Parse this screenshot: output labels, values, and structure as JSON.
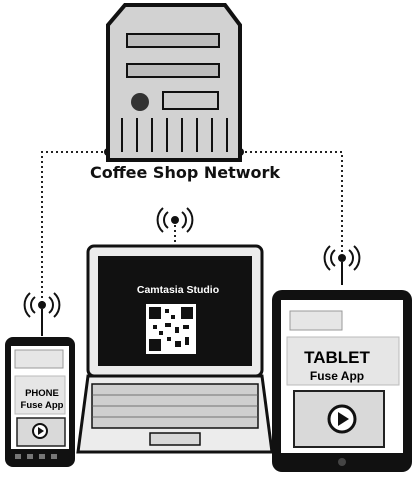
{
  "network": {
    "label": "Coffee Shop Network"
  },
  "laptop": {
    "app_label": "Camtasia Studio"
  },
  "tablet": {
    "device_label": "TABLET",
    "app_label": "Fuse App"
  },
  "phone": {
    "device_label": "PHONE",
    "app_label": "Fuse App"
  },
  "colors": {
    "line": "#222222",
    "screen": "#111111",
    "panel": "#e6e6e6"
  }
}
